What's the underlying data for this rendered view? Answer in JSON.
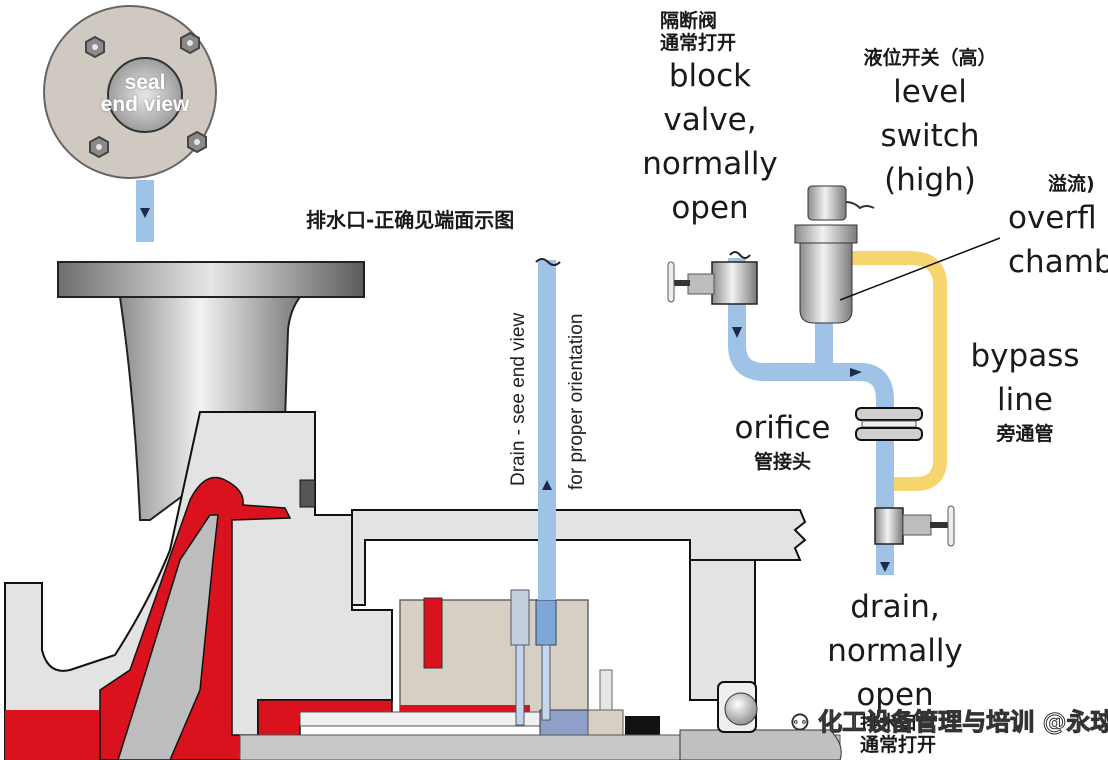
{
  "diagram": {
    "title_cn": "排水口-正确见端面示图",
    "colors": {
      "pipe_blue": "#9ec3e6",
      "bypass_yellow": "#f6d56e",
      "seal_red": "#d9121d",
      "metal_grey": "#d8d8d8",
      "dark_grey": "#5a5a5a",
      "seal_beige": "#d6cfc4"
    },
    "seal_end_view": {
      "line1": "seal",
      "line2": "end view"
    },
    "drain_vertical": {
      "line1": "Drain - see end view",
      "line2": "for proper orientation"
    },
    "labels": {
      "block_valve": {
        "cn_line1": "隔断阀",
        "cn_line2": "通常打开",
        "en_lines": [
          "block",
          "valve,",
          "normally",
          "open"
        ]
      },
      "level_switch": {
        "cn": "液位开关（高）",
        "en_lines": [
          "level",
          "switch",
          "(high)"
        ]
      },
      "overflow_chamber": {
        "cn": "溢流)",
        "en_lines": [
          "overfl",
          "chamb"
        ]
      },
      "bypass_line": {
        "en_lines": [
          "bypass",
          "line"
        ],
        "cn": "旁通管"
      },
      "orifice": {
        "en": "orifice",
        "cn": "管接头"
      },
      "drain": {
        "en_lines": [
          "drain,",
          "normally",
          "open"
        ],
        "cn_line1": "排水口",
        "cn_line2": "通常打开"
      }
    },
    "watermark": "化工设备管理与培训 @永球科技"
  }
}
